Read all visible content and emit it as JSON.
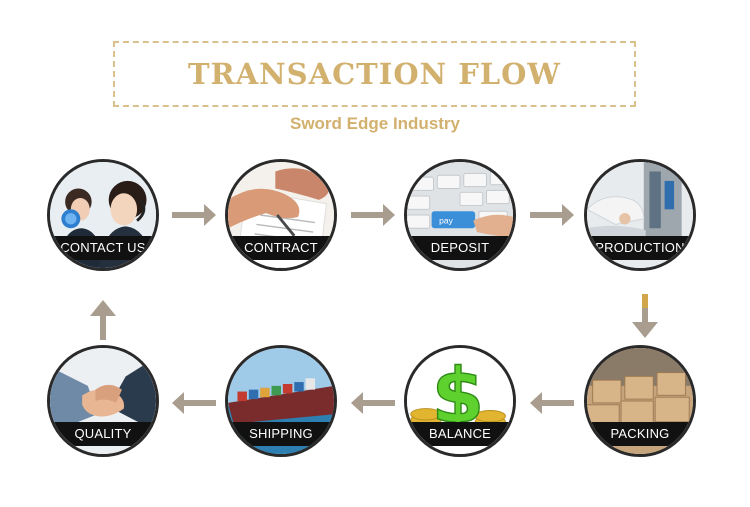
{
  "header": {
    "title": "TRANSACTION FLOW",
    "subtitle": "Sword Edge Industry"
  },
  "colors": {
    "accent": "#d2b06e",
    "title": "#d2b06e",
    "arrow": "#a89d8e",
    "label_band": "#111111"
  },
  "steps": [
    {
      "label": "CONTACT US",
      "icon": "call-center-icon"
    },
    {
      "label": "CONTRACT",
      "icon": "signing-contract-icon"
    },
    {
      "label": "DEPOSIT",
      "icon": "keyboard-pay-icon"
    },
    {
      "label": "PRODUCTION",
      "icon": "factory-machine-icon"
    },
    {
      "label": "PACKING",
      "icon": "cardboard-boxes-icon"
    },
    {
      "label": "BALANCE",
      "icon": "dollar-coins-icon"
    },
    {
      "label": "SHIPPING",
      "icon": "cargo-ship-icon"
    },
    {
      "label": "QUALITY",
      "icon": "handshake-icon"
    }
  ]
}
